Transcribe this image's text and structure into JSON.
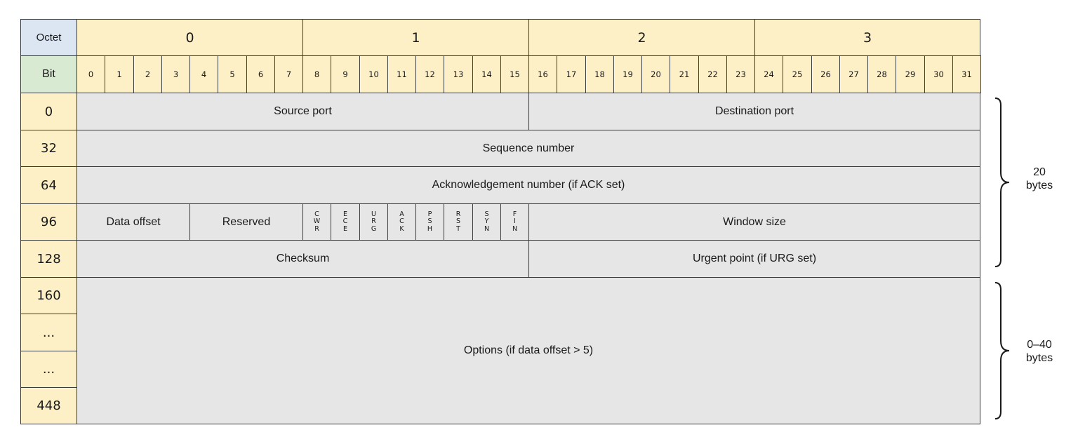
{
  "header": {
    "octet_label": "Octet",
    "bit_label": "Bit",
    "octets": [
      "0",
      "1",
      "2",
      "3"
    ],
    "bits": [
      "0",
      "1",
      "2",
      "3",
      "4",
      "5",
      "6",
      "7",
      "8",
      "9",
      "10",
      "11",
      "12",
      "13",
      "14",
      "15",
      "16",
      "17",
      "18",
      "19",
      "20",
      "21",
      "22",
      "23",
      "24",
      "25",
      "26",
      "27",
      "28",
      "29",
      "30",
      "31"
    ]
  },
  "rows": {
    "offsets": [
      "0",
      "32",
      "64",
      "96",
      "128",
      "160",
      "...",
      "...",
      "448"
    ]
  },
  "fields": {
    "source_port": "Source port",
    "destination_port": "Destination port",
    "sequence_number": "Sequence number",
    "acknowledgement_number": "Acknowledgement number (if ACK set)",
    "data_offset": "Data offset",
    "reserved": "Reserved",
    "flags": [
      [
        "C",
        "W",
        "R"
      ],
      [
        "E",
        "C",
        "E"
      ],
      [
        "U",
        "R",
        "G"
      ],
      [
        "A",
        "C",
        "K"
      ],
      [
        "P",
        "S",
        "H"
      ],
      [
        "R",
        "S",
        "T"
      ],
      [
        "S",
        "Y",
        "N"
      ],
      [
        "F",
        "I",
        "N"
      ]
    ],
    "window_size": "Window size",
    "checksum": "Checksum",
    "urgent_point": "Urgent point (if URG set)",
    "options": "Options (if data offset > 5)"
  },
  "braces": {
    "header_size": [
      "20",
      "bytes"
    ],
    "options_size": [
      "0–40",
      "bytes"
    ]
  },
  "colors": {
    "octet_header": "#fdf0c6",
    "bit_header": "#d9ead3",
    "row_label": "#fdf0c6",
    "field": "#e6e6e6",
    "border": "#3a3a3a"
  }
}
